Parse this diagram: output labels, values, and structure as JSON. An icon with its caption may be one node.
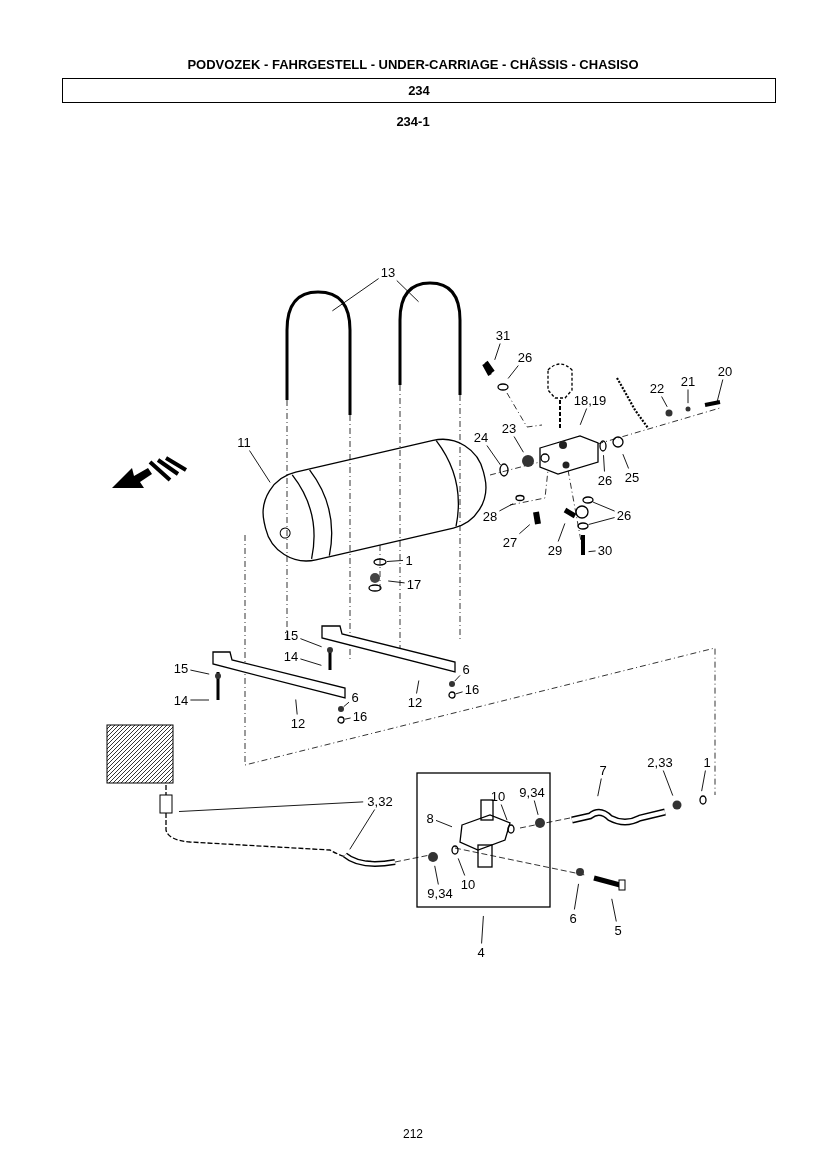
{
  "diagram": {
    "title": "PODVOZEK - FAHRGESTELL - UNDER-CARRIAGE - CHÂSSIS - CHASISO",
    "nodes": [
      {
        "text": [
          "234"
        ]
      },
      {
        "text": [
          "13"
        ]
      },
      {
        "text": [
          "31"
        ]
      },
      {
        "text": [
          "26"
        ]
      },
      {
        "text": [
          "18,19"
        ]
      },
      {
        "text": [
          "20"
        ]
      },
      {
        "text": [
          "21"
        ]
      },
      {
        "text": [
          "22"
        ]
      },
      {
        "text": [
          "11"
        ]
      },
      {
        "text": [
          "24"
        ]
      },
      {
        "text": [
          "23"
        ]
      },
      {
        "text": [
          "26"
        ]
      },
      {
        "text": [
          "25"
        ]
      },
      {
        "text": [
          "28"
        ]
      },
      {
        "text": [
          "26"
        ]
      },
      {
        "text": [
          "27"
        ]
      },
      {
        "text": [
          "29"
        ]
      },
      {
        "text": [
          "30"
        ]
      },
      {
        "text": [
          "1"
        ]
      },
      {
        "text": [
          "17"
        ]
      },
      {
        "text": [
          "15"
        ]
      },
      {
        "text": [
          "14"
        ]
      },
      {
        "text": [
          "15"
        ]
      },
      {
        "text": [
          "14"
        ]
      },
      {
        "text": [
          "12"
        ]
      },
      {
        "text": [
          "12"
        ]
      },
      {
        "text": [
          "6"
        ]
      },
      {
        "text": [
          "16"
        ]
      },
      {
        "text": [
          "6"
        ]
      },
      {
        "text": [
          "16"
        ]
      },
      {
        "text": [
          "7"
        ]
      },
      {
        "text": [
          "2,33"
        ]
      },
      {
        "text": [
          "1"
        ]
      },
      {
        "text": [
          "10"
        ]
      },
      {
        "text": [
          "9,34"
        ]
      },
      {
        "text": [
          "8"
        ]
      },
      {
        "text": [
          "3,32"
        ]
      },
      {
        "text": [
          "9,34"
        ]
      },
      {
        "text": [
          "10"
        ]
      },
      {
        "text": [
          "6"
        ]
      },
      {
        "text": [
          "5"
        ]
      },
      {
        "text": [
          "4"
        ]
      },
      {
        "text": [],
        "shape": "circle"
      },
      {
        "text": [],
        "shape": "circle"
      },
      {
        "text": [],
        "shape": "circle"
      },
      {
        "text": [],
        "shape": "circle"
      },
      {
        "text": [],
        "shape": "circle"
      },
      {
        "text": [],
        "shape": "circle"
      }
    ],
    "edges": [
      {
        "from": 1,
        "to": null,
        "arrow": "none"
      },
      {
        "from": 1,
        "to": null,
        "arrow": "none"
      },
      {
        "from": 2,
        "to": null,
        "arrow": "none"
      },
      {
        "from": 3,
        "to": null,
        "arrow": "none"
      },
      {
        "from": 4,
        "to": null,
        "arrow": "none"
      },
      {
        "from": 5,
        "to": null,
        "arrow": "none"
      },
      {
        "from": 6,
        "to": null,
        "arrow": "none"
      },
      {
        "from": 7,
        "to": null,
        "arrow": "none"
      },
      {
        "from": 8,
        "to": null,
        "arrow": "none"
      },
      {
        "from": 9,
        "to": 42,
        "arrow": "none"
      },
      {
        "from": 10,
        "to": null,
        "arrow": "none"
      },
      {
        "from": 11,
        "to": null,
        "arrow": "none"
      },
      {
        "from": 12,
        "to": null,
        "arrow": "none"
      },
      {
        "from": 13,
        "to": null,
        "arrow": "none"
      },
      {
        "from": 14,
        "to": 43,
        "arrow": "none"
      },
      {
        "from": 14,
        "to": 44,
        "arrow": "none"
      },
      {
        "from": 15,
        "to": null,
        "arrow": "none"
      },
      {
        "from": 16,
        "to": null,
        "arrow": "none"
      },
      {
        "from": 17,
        "to": null,
        "arrow": "none"
      },
      {
        "from": 18,
        "to": 45,
        "arrow": "none"
      },
      {
        "from": 19,
        "to": null,
        "arrow": "none"
      },
      {
        "from": 20,
        "to": null,
        "arrow": "none"
      },
      {
        "from": 21,
        "to": null,
        "arrow": "none"
      },
      {
        "from": 22,
        "to": null,
        "arrow": "none"
      },
      {
        "from": 23,
        "to": null,
        "arrow": "none"
      },
      {
        "from": 24,
        "to": null,
        "arrow": "none"
      },
      {
        "from": 25,
        "to": null,
        "arrow": "none"
      },
      {
        "from": 26,
        "to": null,
        "arrow": "none"
      },
      {
        "from": 27,
        "to": 46,
        "arrow": "none"
      },
      {
        "from": 28,
        "to": null,
        "arrow": "none"
      },
      {
        "from": 29,
        "to": 47,
        "arrow": "none"
      },
      {
        "from": 30,
        "to": null,
        "arrow": "none"
      },
      {
        "from": 31,
        "to": null,
        "arrow": "none"
      },
      {
        "from": 32,
        "to": null,
        "arrow": "none"
      },
      {
        "from": 33,
        "to": null,
        "arrow": "none"
      },
      {
        "from": 34,
        "to": null,
        "arrow": "none"
      },
      {
        "from": 35,
        "to": null,
        "arrow": "none"
      },
      {
        "from": 36,
        "to": null,
        "arrow": "none"
      },
      {
        "from": 36,
        "to": null,
        "arrow": "none"
      },
      {
        "from": 37,
        "to": null,
        "arrow": "none"
      },
      {
        "from": 38,
        "to": null,
        "arrow": "none"
      },
      {
        "from": 39,
        "to": null,
        "arrow": "none"
      },
      {
        "from": 40,
        "to": null,
        "arrow": "none"
      },
      {
        "from": 41,
        "to": null,
        "arrow": "none"
      }
    ],
    "labels": [
      "234-1",
      "212"
    ]
  }
}
